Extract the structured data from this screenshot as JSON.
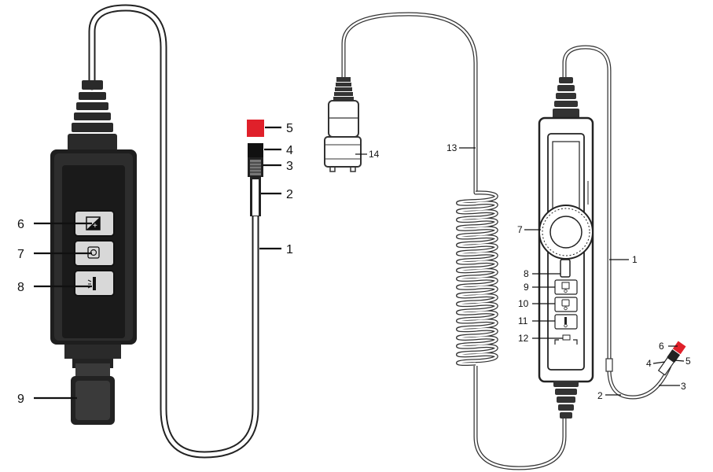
{
  "left_device": {
    "callouts": [
      {
        "id": "1",
        "text": "1"
      },
      {
        "id": "2",
        "text": "2"
      },
      {
        "id": "3",
        "text": "3"
      },
      {
        "id": "4",
        "text": "4"
      },
      {
        "id": "5",
        "text": "5"
      },
      {
        "id": "6",
        "text": "6"
      },
      {
        "id": "7",
        "text": "7"
      },
      {
        "id": "8",
        "text": "8"
      },
      {
        "id": "9",
        "text": "9"
      }
    ],
    "buttons": [
      "image-adjust-icon",
      "rotate-icon",
      "light-icon"
    ],
    "tip_color": "#e0202a"
  },
  "right_device": {
    "callouts": [
      {
        "id": "1",
        "text": "1"
      },
      {
        "id": "2",
        "text": "2"
      },
      {
        "id": "3",
        "text": "3"
      },
      {
        "id": "4",
        "text": "4"
      },
      {
        "id": "5",
        "text": "5"
      },
      {
        "id": "6",
        "text": "6"
      },
      {
        "id": "7",
        "text": "7"
      },
      {
        "id": "8",
        "text": "8"
      },
      {
        "id": "9",
        "text": "9"
      },
      {
        "id": "10",
        "text": "10"
      },
      {
        "id": "11",
        "text": "11"
      },
      {
        "id": "12",
        "text": "12"
      },
      {
        "id": "13",
        "text": "13"
      },
      {
        "id": "14",
        "text": "14"
      }
    ],
    "tip_color": "#e0202a"
  }
}
